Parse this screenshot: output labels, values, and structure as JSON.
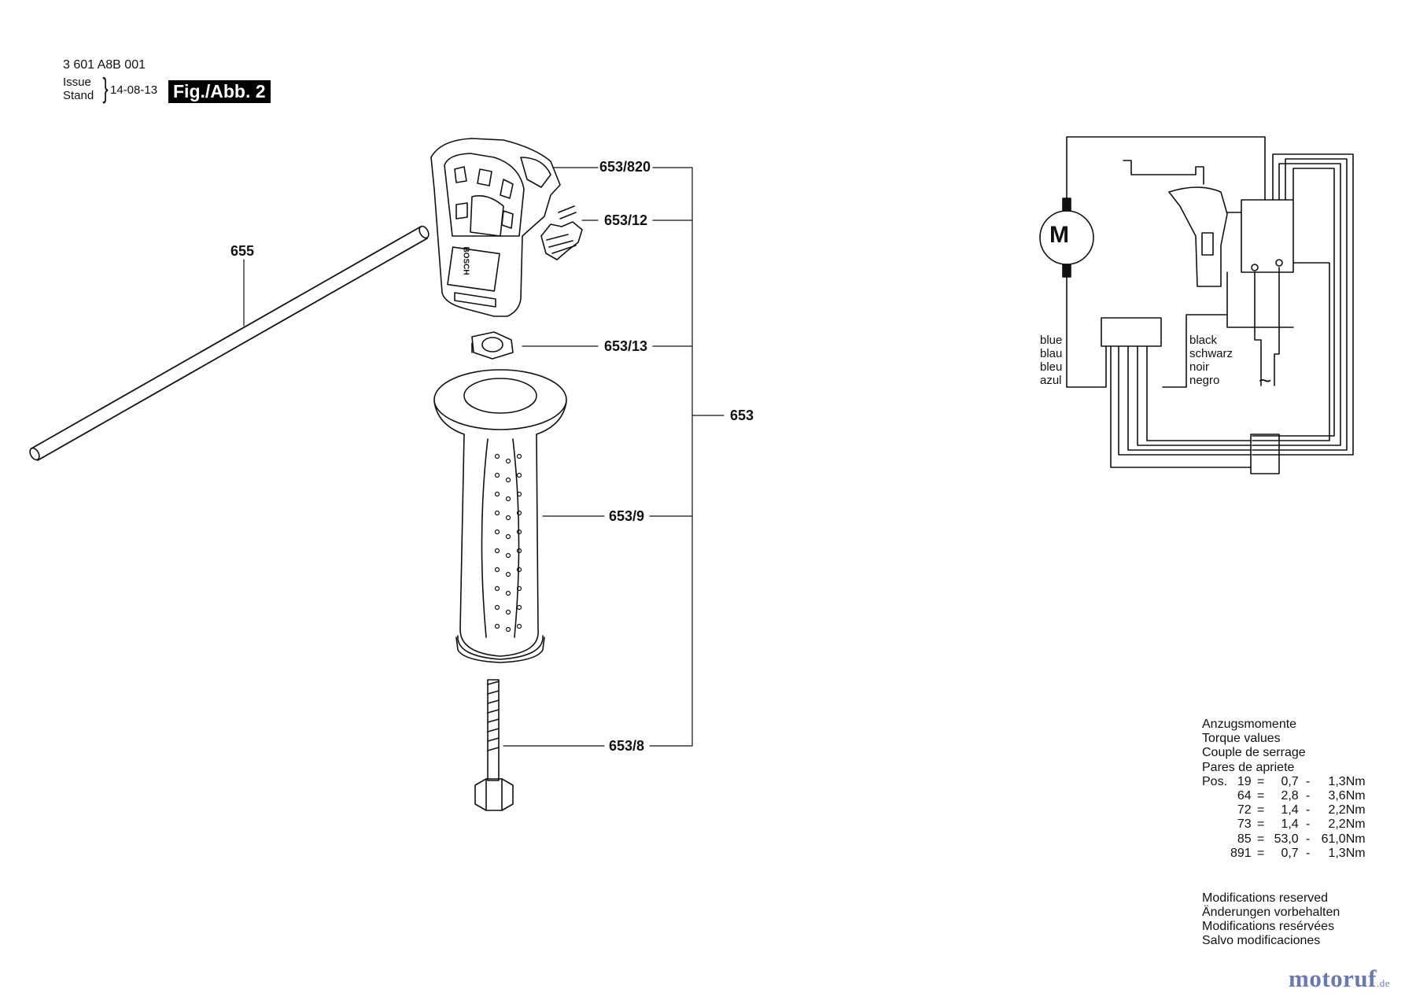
{
  "header": {
    "part_number": "3 601 A8B 001",
    "issue_label": "Issue",
    "stand_label": "Stand",
    "date": "14-08-13",
    "figure": "Fig./Abb. 2"
  },
  "parts": {
    "p655": "655",
    "p653_820": "653/820",
    "p653_12": "653/12",
    "p653_13": "653/13",
    "p653": "653",
    "p653_9": "653/9",
    "p653_8": "653/8"
  },
  "handle_brand": "BOSCH",
  "wiring": {
    "motor": "M",
    "blue": [
      "blue",
      "blau",
      "bleu",
      "azul"
    ],
    "black": [
      "black",
      "schwarz",
      "noir",
      "negro"
    ],
    "ac": "~"
  },
  "torque": {
    "titles": [
      "Anzugsmomente",
      "Torque values",
      "Couple de serrage",
      "Pares de apriete"
    ],
    "pos_label": "Pos.",
    "rows": [
      {
        "pos": "19",
        "eq": "=",
        "min": "0,7",
        "dash": "-",
        "max": "1,3",
        "unit": "Nm"
      },
      {
        "pos": "64",
        "eq": "=",
        "min": "2,8",
        "dash": "-",
        "max": "3,6",
        "unit": "Nm"
      },
      {
        "pos": "72",
        "eq": "=",
        "min": "1,4",
        "dash": "-",
        "max": "2,2",
        "unit": "Nm"
      },
      {
        "pos": "73",
        "eq": "=",
        "min": "1,4",
        "dash": "-",
        "max": "2,2",
        "unit": "Nm"
      },
      {
        "pos": "85",
        "eq": "=",
        "min": "53,0",
        "dash": "-",
        "max": "61,0",
        "unit": "Nm"
      },
      {
        "pos": "891",
        "eq": "=",
        "min": "0,7",
        "dash": "-",
        "max": "1,3",
        "unit": "Nm"
      }
    ]
  },
  "modifications": [
    "Modifications reserved",
    "Änderungen vorbehalten",
    "Modifications resérvées",
    "Salvo modificaciones"
  ],
  "watermark": {
    "brand": "motoruf",
    "suffix": ".de",
    "color": "#6a7ab0"
  }
}
